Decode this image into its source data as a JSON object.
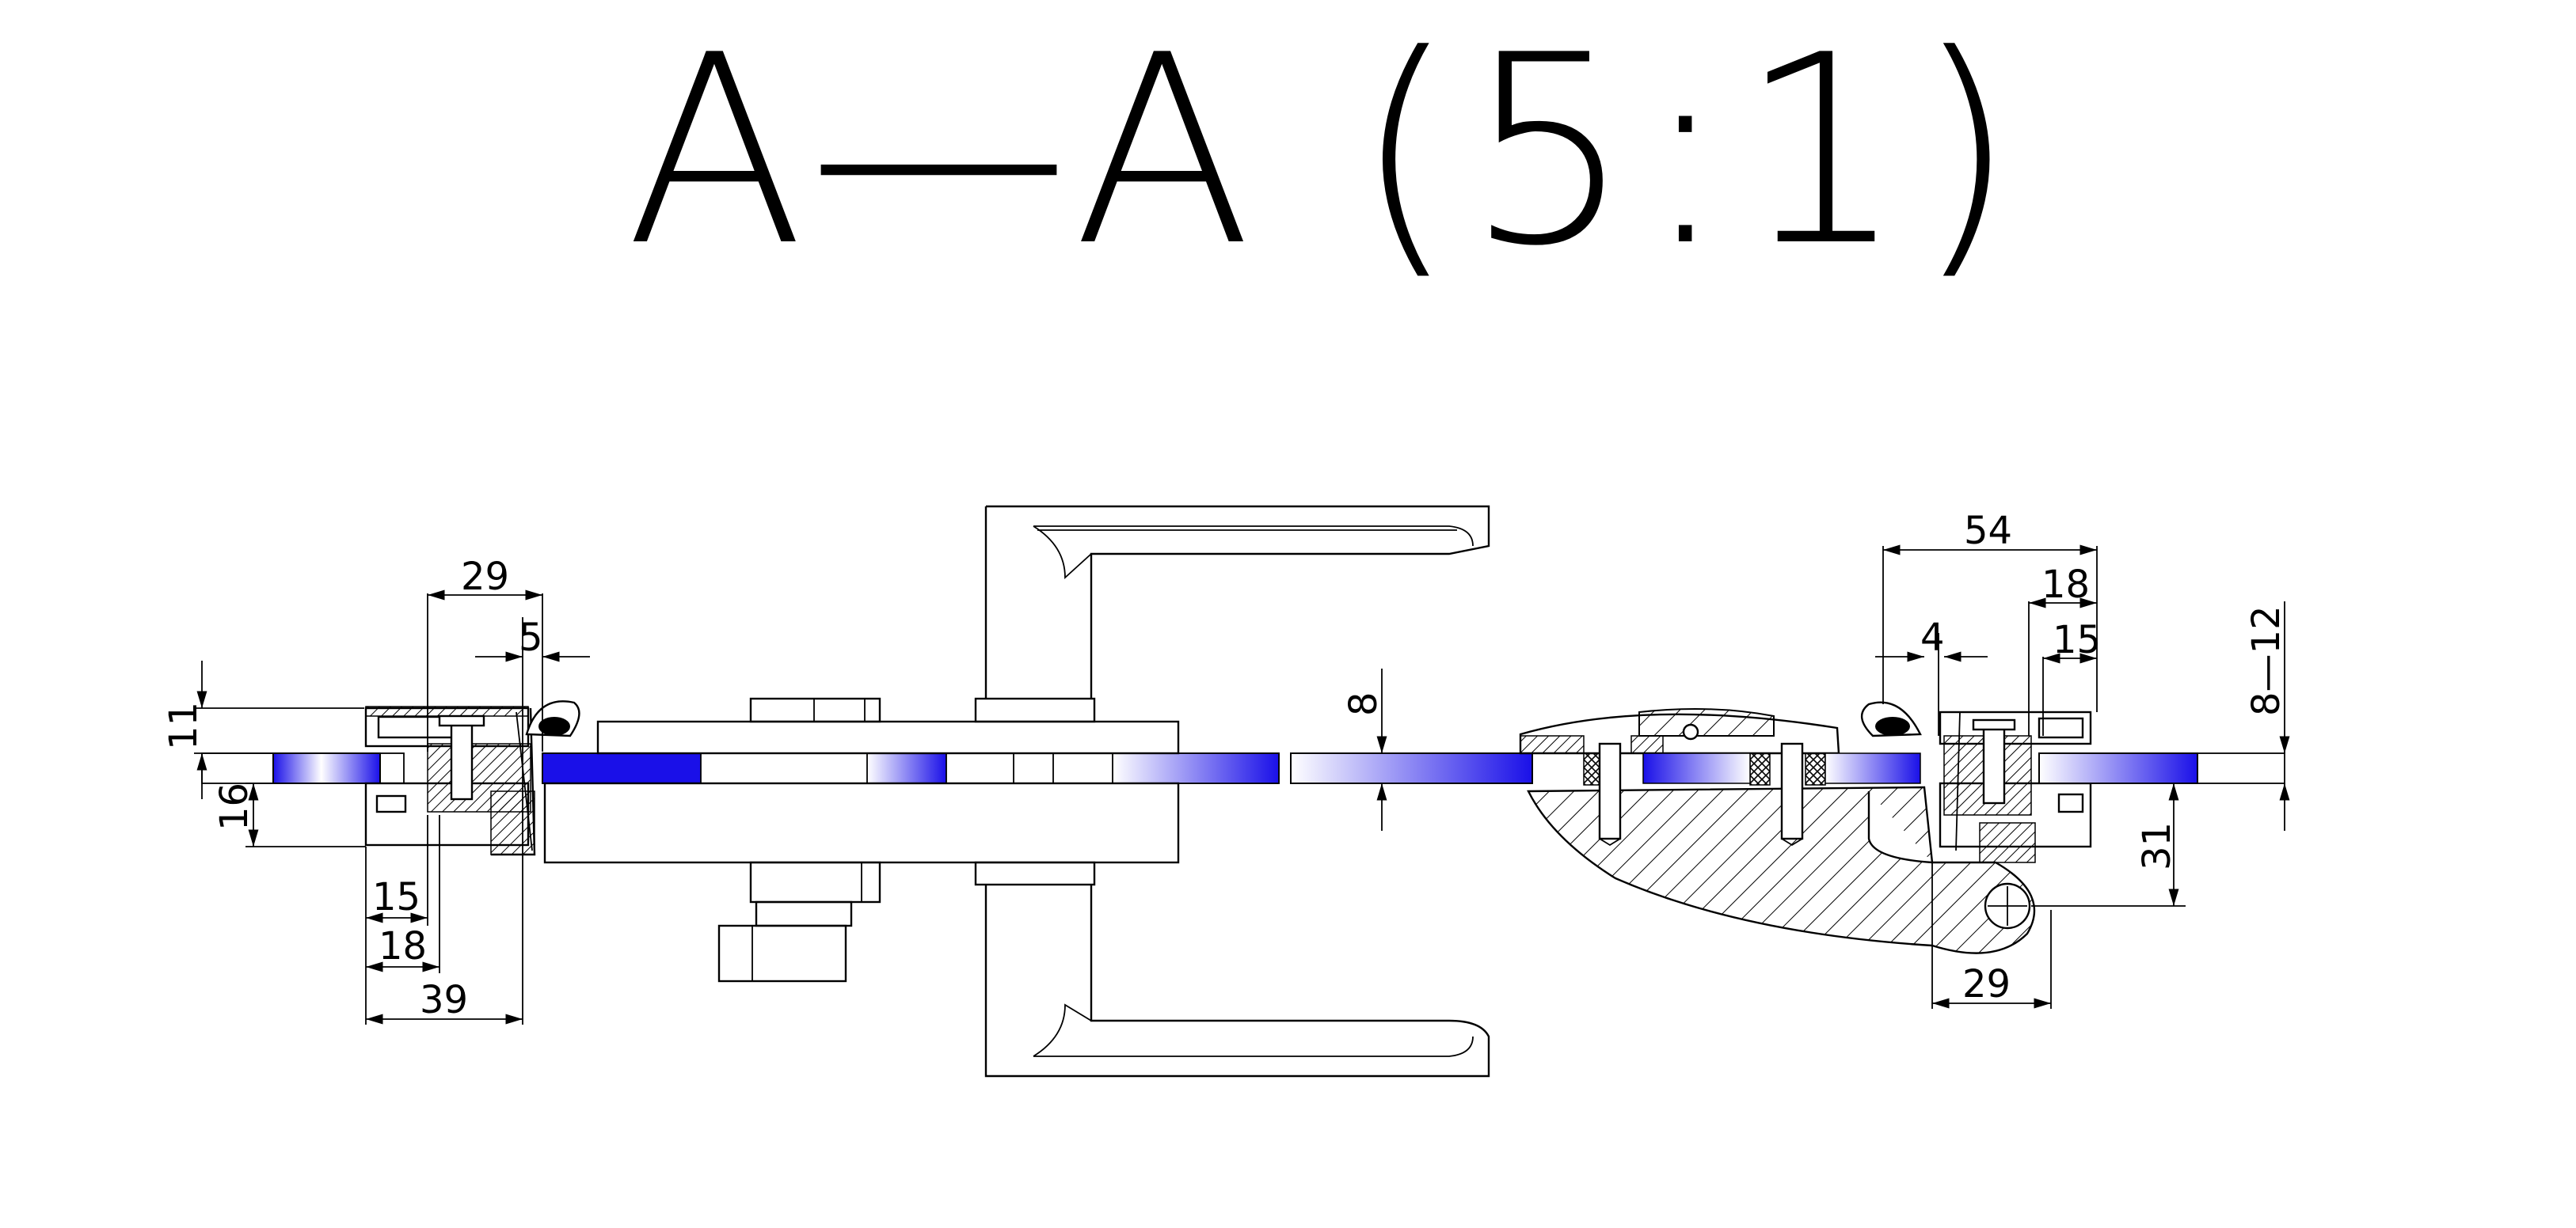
{
  "section_title": "A—A (5:1)",
  "dimensions": {
    "left_29": "29",
    "left_5": "5",
    "left_11": "11",
    "left_16": "16",
    "left_15": "15",
    "left_18": "18",
    "left_39": "39",
    "mid_8": "8",
    "right_54": "54",
    "right_18": "18",
    "right_4": "4",
    "right_15": "15",
    "right_8_12": "8—12",
    "right_31": "31",
    "right_29": "29"
  },
  "colors": {
    "glass_dark": "#1a10e8",
    "glass_light": "#ffffff",
    "line": "#000000"
  }
}
